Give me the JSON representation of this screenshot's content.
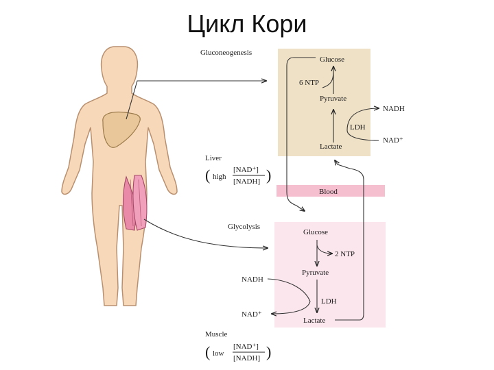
{
  "title": "Цикл Кори",
  "sections": {
    "gluconeogenesis": "Gluconeogenesis",
    "glycolysis": "Glycolysis",
    "blood": "Blood"
  },
  "liver": {
    "label": "Liver",
    "ratio_prefix": "high",
    "numerator": "[NAD⁺]",
    "denominator": "[NADH]"
  },
  "muscle": {
    "label": "Muscle",
    "ratio_prefix": "low",
    "numerator": "[NAD⁺]",
    "denominator": "[NADH]"
  },
  "liver_pathway": {
    "glucose": "Glucose",
    "ntp": "6 NTP",
    "pyruvate": "Pyruvate",
    "nadh": "NADH",
    "ldh": "LDH",
    "nad": "NAD⁺",
    "lactate": "Lactate"
  },
  "muscle_pathway": {
    "glucose": "Glucose",
    "ntp": "2 NTP",
    "pyruvate": "Pyruvate",
    "nadh": "NADH",
    "ldh": "LDH",
    "nad": "NAD⁺",
    "lactate": "Lactate"
  },
  "colors": {
    "liver_box": "#efe1c6",
    "muscle_box": "#fbe6ee",
    "blood_band": "#f6bfd0",
    "skin": "#f7d8b8",
    "skin_outline": "#b89070",
    "liver_organ": "#e9c79a",
    "muscle_organ": "#e98aa8"
  }
}
